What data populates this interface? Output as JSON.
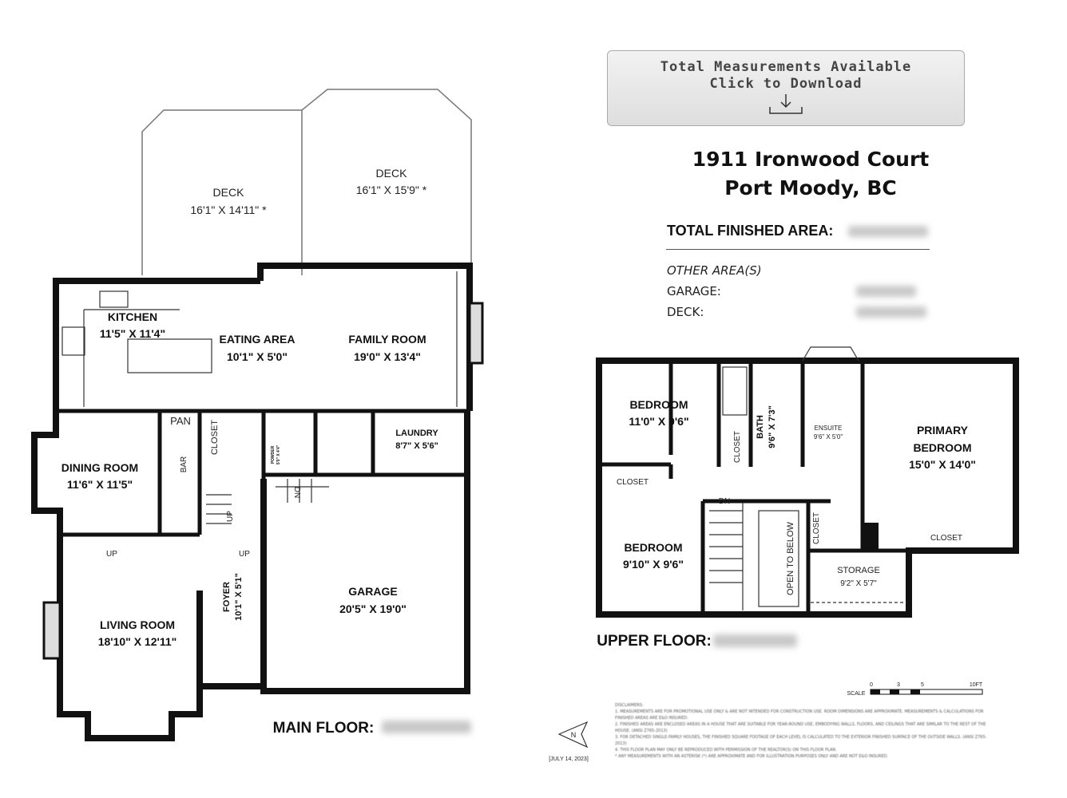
{
  "download": {
    "line1": "Total Measurements Available",
    "line2": "Click to Download",
    "icon": "download-icon"
  },
  "address": {
    "line1": "1911 Ironwood Court",
    "line2": "Port Moody, BC"
  },
  "areas": {
    "total_label": "TOTAL FINISHED AREA:",
    "other_label": "OTHER AREA(S)",
    "garage_label": "GARAGE:",
    "deck_label": "DECK:"
  },
  "main_floor": {
    "title": "MAIN FLOOR:",
    "rooms": [
      {
        "name": "DECK",
        "dims": "16'1\" X 14'11\" *"
      },
      {
        "name": "DECK",
        "dims": "16'1\" X 15'9\" *"
      },
      {
        "name": "KITCHEN",
        "dims": "11'5\" X 11'4\""
      },
      {
        "name": "EATING AREA",
        "dims": "10'1\" X 5'0\""
      },
      {
        "name": "FAMILY ROOM",
        "dims": "19'0\" X 13'4\""
      },
      {
        "name": "DINING ROOM",
        "dims": "11'6\" X 11'5\""
      },
      {
        "name": "LAUNDRY",
        "dims": "8'7\" X 5'6\""
      },
      {
        "name": "GARAGE",
        "dims": "20'5\" X 19'0\""
      },
      {
        "name": "LIVING ROOM",
        "dims": "18'10\" X 12'11\""
      },
      {
        "name": "FOYER",
        "dims": "10'1\" X 5'1\""
      },
      {
        "name": "POWDER",
        "dims": "5'0\" X 4'4\""
      }
    ],
    "small": {
      "pan": "PAN",
      "closet": "CLOSET",
      "bar": "BAR",
      "up1": "UP",
      "up2": "UP",
      "up3": "UP",
      "dn": "DN"
    }
  },
  "upper_floor": {
    "title": "UPPER FLOOR:",
    "rooms": [
      {
        "name": "BEDROOM",
        "dims": "11'0\" X 9'6\""
      },
      {
        "name": "BATH",
        "dims": "9'6\" X 7'3\""
      },
      {
        "name": "ENSUITE",
        "dims": "9'6\" X 5'0\""
      },
      {
        "name": "PRIMARY",
        "name2": "BEDROOM",
        "dims": "15'0\" X 14'0\""
      },
      {
        "name": "BEDROOM",
        "dims": "9'10\" X 9'6\""
      },
      {
        "name": "STORAGE",
        "dims": "9'2\" X 5'7\""
      }
    ],
    "small": {
      "closet1": "CLOSET",
      "closet2": "CLOSET",
      "closet3": "CLOSET",
      "closet4": "CLOSET",
      "dn": "DN",
      "open": "OPEN TO BELOW"
    }
  },
  "scale": {
    "label": "SCALE",
    "ticks": [
      "0",
      "3",
      "5",
      "10FT"
    ]
  },
  "north": "N",
  "date": "[JULY 14, 2023]",
  "disclaimer": {
    "title": "DISCLAIMERS:",
    "lines": [
      "1. MEASUREMENTS ARE FOR PROMOTIONAL USE ONLY & ARE NOT INTENDED FOR CONSTRUCTION USE. ROOM DIMENSIONS ARE APPROXIMATE. MEASUREMENTS & CALCULATIONS FOR FINISHED AREAS ARE E&O INSURED.",
      "2. FINISHED AREAS ARE ENCLOSED AREAS IN A HOUSE THAT ARE SUITABLE FOR YEAR-ROUND USE, EMBODYING WALLS, FLOORS, AND CEILINGS THAT ARE SIMILAR TO THE REST OF THE HOUSE. (ANSI Z765-2013)",
      "3. FOR DETACHED SINGLE-FAMILY HOUSES, THE FINISHED SQUARE FOOTAGE OF EACH LEVEL IS CALCULATED TO THE EXTERIOR FINISHED SURFACE OF THE OUTSIDE WALLS. (ANSI Z765-2013)",
      "4. THIS FLOOR PLAN MAY ONLY BE REPRODUCED WITH PERMISSION OF THE REALTOR(S) ON THIS FLOOR PLAN.",
      "* ANY MEASUREMENTS WITH AN ASTERISK (*) ARE APPROXIMATE AND FOR ILLUSTRATION PURPOSES ONLY AND ARE NOT E&O INSURED."
    ]
  }
}
